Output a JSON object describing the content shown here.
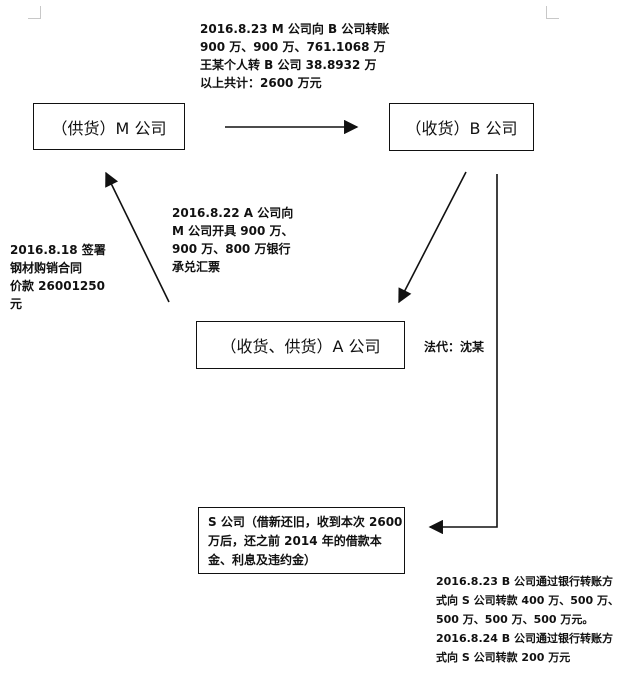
{
  "boxes": {
    "m_company": "（供货）M 公司",
    "b_company": "（收货）B 公司",
    "a_company": "（收货、供货）A 公司",
    "s_company": [
      "S 公司（借新还旧，收到本次 2600",
      "万后，还之前 2014 年的借款本",
      "金、利息及违约金）"
    ]
  },
  "notes": {
    "m_to_b": [
      "2016.8.23 M 公司向 B 公司转账",
      "900 万、900 万、761.1068 万",
      "王某个人转 B 公司 38.8932 万",
      "以上共计：2600 万元"
    ],
    "a_to_m": [
      "2016.8.22 A 公司向",
      "M 公司开具 900 万、",
      "900 万、800 万银行",
      "承兑汇票"
    ],
    "contract": [
      "2016.8.18 签署",
      "钢材购销合同",
      "价款 26001250",
      "元"
    ],
    "legal_rep": "法代：沈某",
    "b_to_s": [
      "2016.8.23 B 公司通过银行转账方",
      "式向 S 公司转款 400 万、500 万、",
      "500 万、500 万、500 万元。",
      "2016.8.24 B 公司通过银行转账方",
      "式向 S 公司转款 200 万元"
    ]
  }
}
